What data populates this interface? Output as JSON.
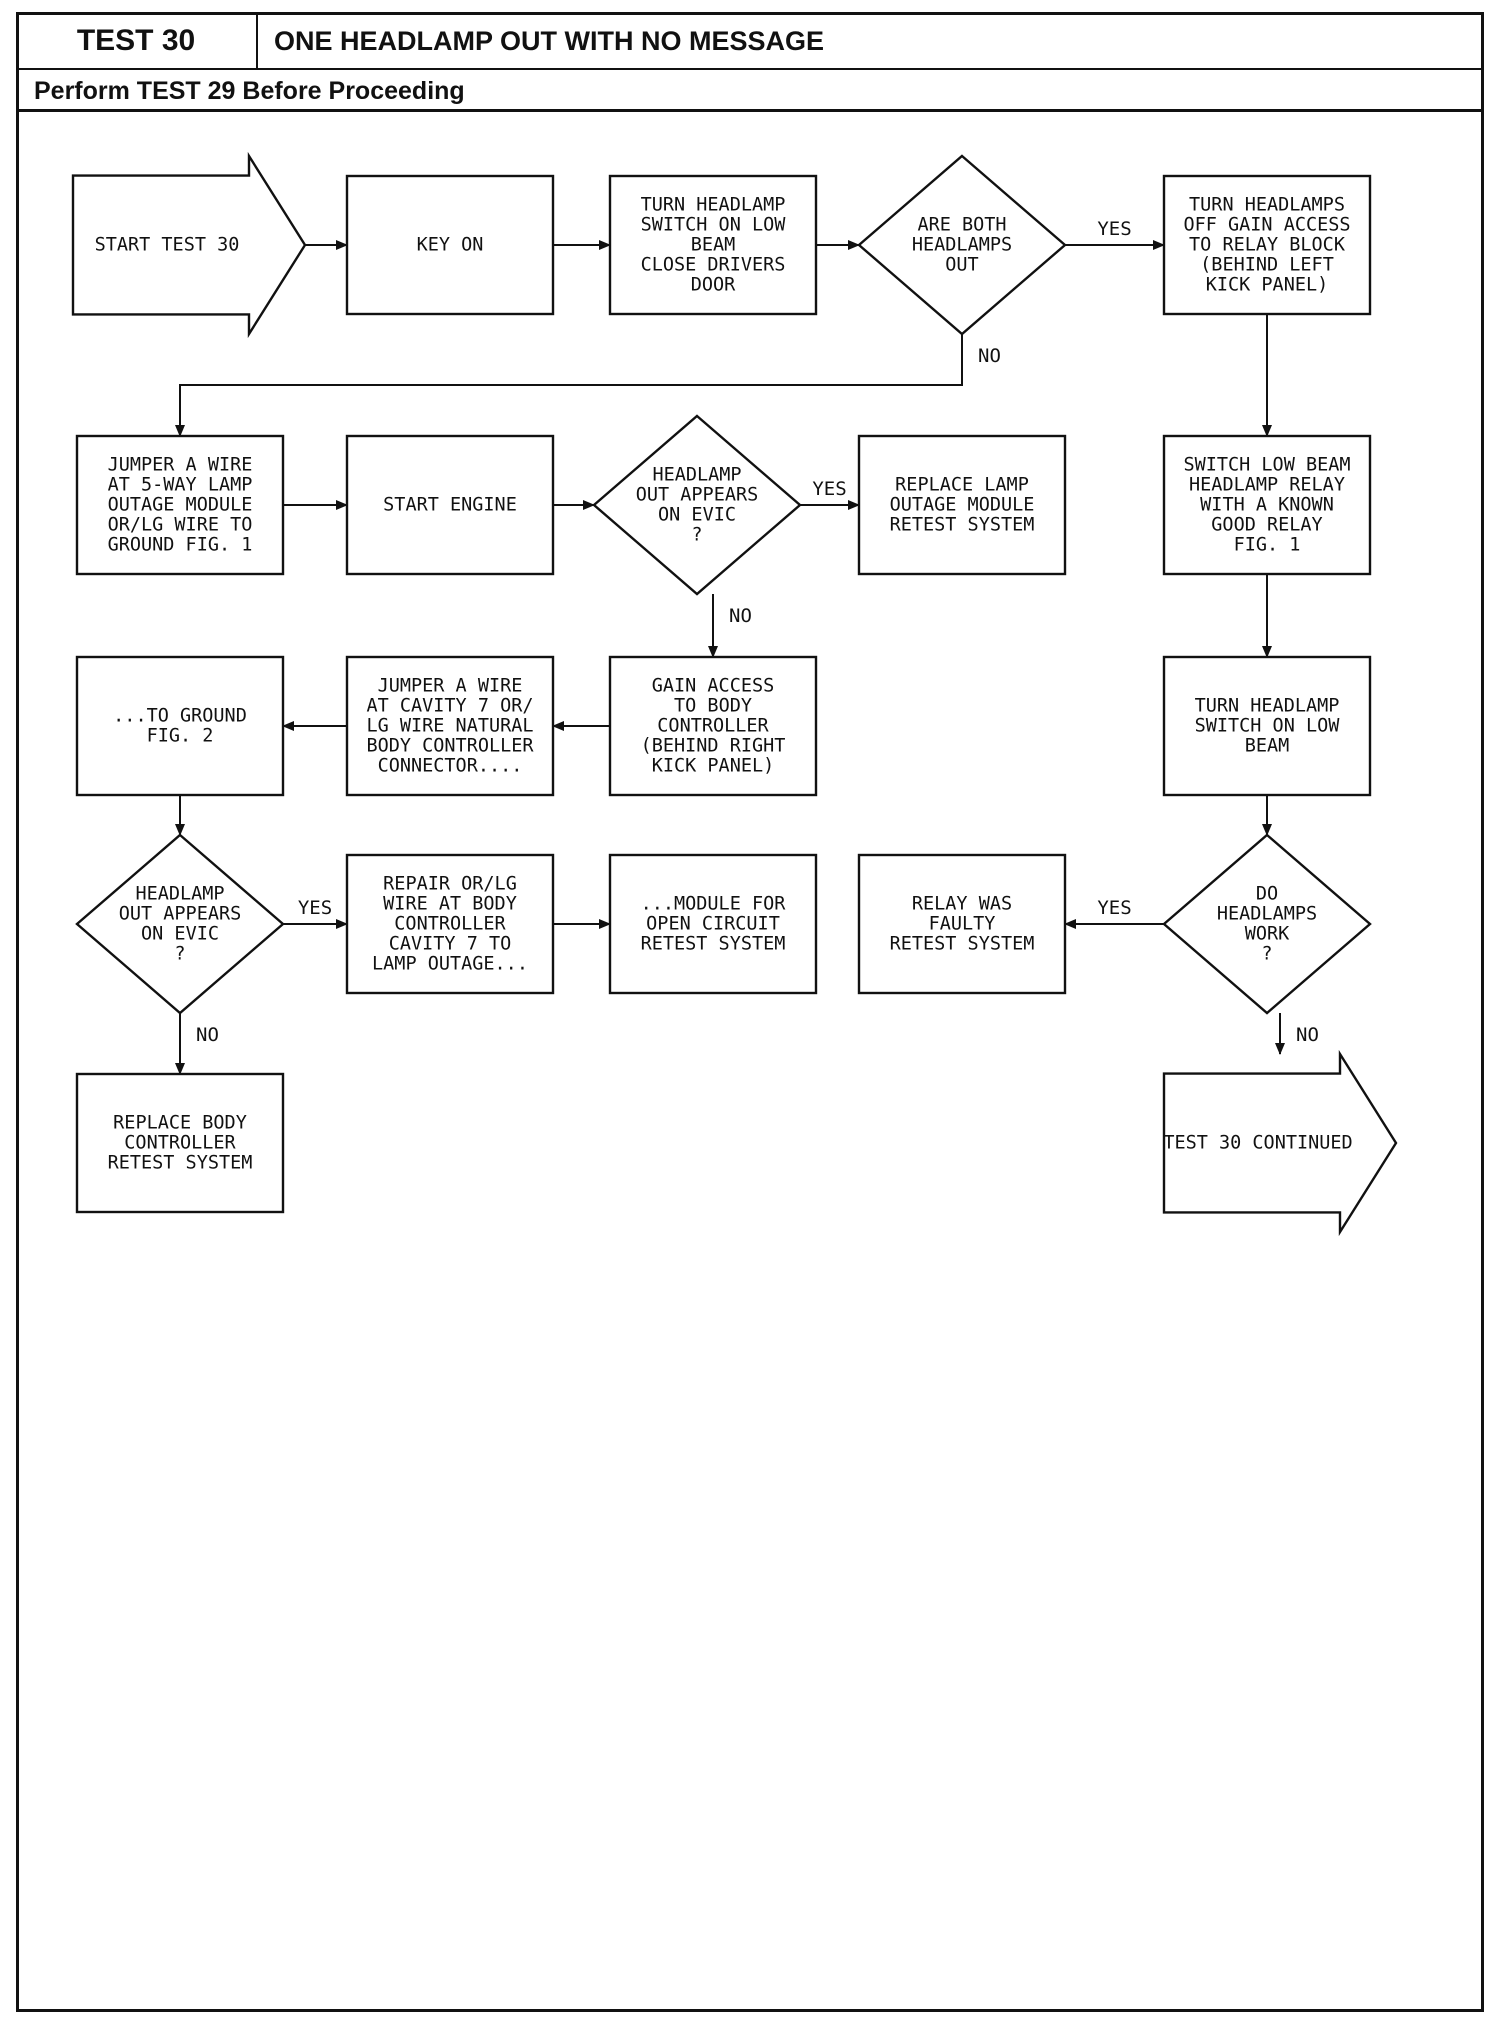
{
  "header": {
    "test_number": "TEST 30",
    "title": "ONE HEADLAMP OUT WITH NO MESSAGE",
    "precondition": "Perform TEST 29 Before Proceeding"
  },
  "nodes": [
    {
      "id": "start",
      "shape": "arrow",
      "lines": [
        "START TEST 30"
      ]
    },
    {
      "id": "key_on",
      "shape": "box",
      "lines": [
        "KEY ON"
      ]
    },
    {
      "id": "turn_low_beam",
      "shape": "box",
      "lines": [
        "TURN HEADLAMP",
        "SWITCH ON LOW",
        "BEAM",
        "CLOSE DRIVERS",
        "DOOR"
      ]
    },
    {
      "id": "both_out",
      "shape": "diamond",
      "lines": [
        "ARE BOTH",
        "HEADLAMPS",
        "OUT"
      ]
    },
    {
      "id": "access_relay",
      "shape": "box",
      "lines": [
        "TURN HEADLAMPS",
        "OFF GAIN ACCESS",
        "TO RELAY BLOCK",
        "(BEHIND LEFT",
        "KICK PANEL)"
      ]
    },
    {
      "id": "jumper_5way",
      "shape": "box",
      "lines": [
        "JUMPER A WIRE",
        "AT 5-WAY LAMP",
        "OUTAGE MODULE",
        "OR/LG WIRE TO",
        "GROUND FIG. 1"
      ]
    },
    {
      "id": "start_engine",
      "shape": "box",
      "lines": [
        "START ENGINE"
      ]
    },
    {
      "id": "evic_1",
      "shape": "diamond",
      "lines": [
        "HEADLAMP",
        "OUT APPEARS",
        "ON EVIC",
        "?"
      ]
    },
    {
      "id": "replace_outage",
      "shape": "box",
      "lines": [
        "REPLACE LAMP",
        "OUTAGE MODULE",
        "RETEST SYSTEM"
      ]
    },
    {
      "id": "switch_relay",
      "shape": "box",
      "lines": [
        "SWITCH LOW BEAM",
        "HEADLAMP RELAY",
        "WITH A KNOWN",
        "GOOD RELAY",
        "FIG. 1"
      ]
    },
    {
      "id": "to_ground",
      "shape": "box",
      "lines": [
        "...TO GROUND",
        "FIG. 2"
      ]
    },
    {
      "id": "jumper_cavity",
      "shape": "box",
      "lines": [
        "JUMPER A WIRE",
        "AT CAVITY 7 OR/",
        "LG WIRE NATURAL",
        "BODY CONTROLLER",
        "CONNECTOR...."
      ]
    },
    {
      "id": "access_body",
      "shape": "box",
      "lines": [
        "GAIN ACCESS",
        "TO BODY",
        "CONTROLLER",
        "(BEHIND RIGHT",
        "KICK PANEL)"
      ]
    },
    {
      "id": "turn_low_beam_2",
      "shape": "box",
      "lines": [
        "TURN HEADLAMP",
        "SWITCH ON LOW",
        "BEAM"
      ]
    },
    {
      "id": "evic_2",
      "shape": "diamond",
      "lines": [
        "HEADLAMP",
        "OUT APPEARS",
        "ON EVIC",
        "?"
      ]
    },
    {
      "id": "repair_wire",
      "shape": "box",
      "lines": [
        "REPAIR OR/LG",
        "WIRE AT BODY",
        "CONTROLLER",
        "CAVITY 7 TO",
        "LAMP OUTAGE..."
      ]
    },
    {
      "id": "module_open",
      "shape": "box",
      "lines": [
        "...MODULE FOR",
        "OPEN CIRCUIT",
        "RETEST SYSTEM"
      ]
    },
    {
      "id": "relay_faulty",
      "shape": "box",
      "lines": [
        "RELAY WAS",
        "FAULTY",
        "RETEST SYSTEM"
      ]
    },
    {
      "id": "lamps_work",
      "shape": "diamond",
      "lines": [
        "DO",
        "HEADLAMPS",
        "WORK",
        "?"
      ]
    },
    {
      "id": "replace_body",
      "shape": "box",
      "lines": [
        "REPLACE BODY",
        "CONTROLLER",
        "RETEST SYSTEM"
      ]
    },
    {
      "id": "continued",
      "shape": "arrow",
      "lines": [
        "TEST 30 CONTINUED"
      ]
    }
  ],
  "edges": [
    {
      "from": "start",
      "to": "key_on",
      "label": ""
    },
    {
      "from": "key_on",
      "to": "turn_low_beam",
      "label": ""
    },
    {
      "from": "turn_low_beam",
      "to": "both_out",
      "label": ""
    },
    {
      "from": "both_out",
      "to": "access_relay",
      "label": "YES"
    },
    {
      "from": "both_out",
      "to": "jumper_5way",
      "label": "NO"
    },
    {
      "from": "access_relay",
      "to": "switch_relay",
      "label": ""
    },
    {
      "from": "jumper_5way",
      "to": "start_engine",
      "label": ""
    },
    {
      "from": "start_engine",
      "to": "evic_1",
      "label": ""
    },
    {
      "from": "evic_1",
      "to": "replace_outage",
      "label": "YES"
    },
    {
      "from": "evic_1",
      "to": "access_body",
      "label": "NO"
    },
    {
      "from": "access_body",
      "to": "jumper_cavity",
      "label": ""
    },
    {
      "from": "jumper_cavity",
      "to": "to_ground",
      "label": ""
    },
    {
      "from": "to_ground",
      "to": "evic_2",
      "label": ""
    },
    {
      "from": "evic_2",
      "to": "repair_wire",
      "label": "YES"
    },
    {
      "from": "evic_2",
      "to": "replace_body",
      "label": "NO"
    },
    {
      "from": "repair_wire",
      "to": "module_open",
      "label": ""
    },
    {
      "from": "switch_relay",
      "to": "turn_low_beam_2",
      "label": ""
    },
    {
      "from": "turn_low_beam_2",
      "to": "lamps_work",
      "label": ""
    },
    {
      "from": "lamps_work",
      "to": "relay_faulty",
      "label": "YES"
    },
    {
      "from": "lamps_work",
      "to": "continued",
      "label": "NO"
    }
  ]
}
